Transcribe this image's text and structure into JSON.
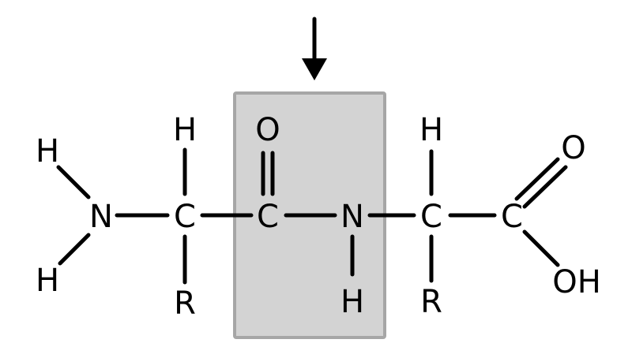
{
  "diagram": {
    "highlight_fill": "#d3d3d3",
    "highlight_stroke": "#a6a6a6",
    "ink_color": "#000000",
    "arrow_icon": "down-arrow-icon",
    "atoms": {
      "n_left": "N",
      "h_top_left": "H",
      "h_bottom_left": "H",
      "c_alpha1": "C",
      "h_alpha1": "H",
      "r_alpha1": "R",
      "c_carbonyl": "C",
      "o_carbonyl": "O",
      "n_amide": "N",
      "h_amide": "H",
      "c_alpha2": "C",
      "h_alpha2": "H",
      "r_alpha2": "R",
      "c_carboxyl": "C",
      "o_carboxyl": "O",
      "oh_carboxyl": "OH"
    }
  }
}
